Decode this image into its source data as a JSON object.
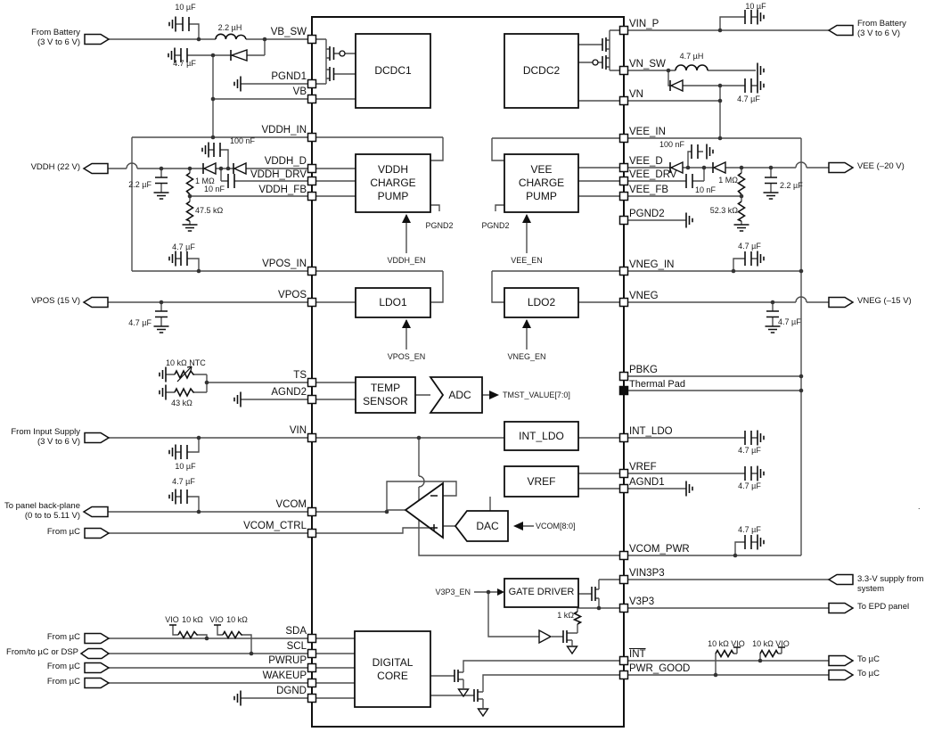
{
  "pins": {
    "left": [
      "VB_SW",
      "PGND1",
      "VB",
      "VDDH_IN",
      "VDDH_D",
      "VDDH_DRV",
      "VDDH_FB",
      "VPOS_IN",
      "VPOS",
      "TS",
      "AGND2",
      "VIN",
      "VCOM",
      "VCOM_CTRL",
      "SDA",
      "SCL",
      "PWRUP",
      "WAKEUP",
      "DGND"
    ],
    "right": [
      "VIN_P",
      "VN_SW",
      "VN",
      "VEE_IN",
      "VEE_D",
      "VEE_DRV",
      "VEE_FB",
      "PGND2",
      "VNEG_IN",
      "VNEG",
      "PBKG",
      "Thermal Pad",
      "INT_LDO",
      "VREF",
      "AGND1",
      "VCOM_PWR",
      "VIN3P3",
      "V3P3",
      "INT",
      "PWR_GOOD"
    ]
  },
  "blocks": {
    "dcdc1": "DCDC1",
    "dcdc2": "DCDC2",
    "vddh_cp": "VDDH\nCHARGE\nPUMP",
    "vee_cp": "VEE\nCHARGE\nPUMP",
    "ldo1": "LDO1",
    "ldo2": "LDO2",
    "temp_sensor": "TEMP\nSENSOR",
    "adc": "ADC",
    "int_ldo": "INT_LDO",
    "vref": "VREF",
    "dac": "DAC",
    "gate_driver": "GATE DRIVER",
    "digital_core": "DIGITAL\nCORE"
  },
  "terminals": {
    "left": [
      "From Battery\n(3 V to 6 V)",
      "VDDH (22 V)",
      "VPOS (15 V)",
      "From Input Supply\n(3 V to 6 V)",
      "To panel back-plane\n(0 to to 5.11 V)",
      "From µC",
      "From µC",
      "From/to µC or DSP",
      "From µC",
      "From µC"
    ],
    "right": [
      "From Battery\n(3 V to 6 V)",
      "VEE (–20 V)",
      "VNEG (–15 V)",
      "3.3-V supply from system",
      "To EPD panel",
      "To µC",
      "To µC"
    ]
  },
  "signals": {
    "vddh_en": "VDDH_EN",
    "vee_en": "VEE_EN",
    "vpos_en": "VPOS_EN",
    "vneg_en": "VNEG_EN",
    "v3p3_en": "V3P3_EN",
    "vcom_bus": "VCOM[8:0]",
    "tmst_bus": "TMST_VALUE[7:0]",
    "pgnd2_a": "PGND2",
    "pgnd2_b": "PGND2"
  },
  "components": {
    "c10u_tl": "10 µF",
    "l2u2": "2.2 µH",
    "c4u7_tl": "4.7 µF",
    "c100n_l": "100 nF",
    "c10n_l": "10 nF",
    "r1m_l": "1 MΩ",
    "r47k5": "47.5 kΩ",
    "c2u2_l": "2.2 µF",
    "c4u7_vposin": "4.7 µF",
    "c4u7_vpos": "4.7 µF",
    "ntc": "10 kΩ NTC",
    "r43k": "43 kΩ",
    "c10u_vin": "10 µF",
    "c4u7_vcom": "4.7 µF",
    "vio_a": "VIO",
    "r10k_a": "10 kΩ",
    "vio_b": "VIO",
    "r10k_b": "10 kΩ",
    "c10u_tr": "10 µF",
    "l4u7": "4.7 µH",
    "c4u7_tr": "4.7 µF",
    "c100n_r": "100 nF",
    "c10n_r": "10 nF",
    "r1m_r": "1 MΩ",
    "r52k3": "52.3 kΩ",
    "c2u2_r": "2.2 µF",
    "c4u7_vnegin": "4.7 µF",
    "c4u7_vneg": "4.7 µF",
    "c4u7_intldo": "4.7 µF",
    "c4u7_vref": "4.7 µF",
    "c4u7_vcompwr": "4.7 µF",
    "r1k": "1 kΩ",
    "r10k_c": "10 kΩ",
    "vio_c": "VIO",
    "r10k_d": "10 kΩ",
    "vio_d": "VIO",
    "stray_dot": "."
  }
}
